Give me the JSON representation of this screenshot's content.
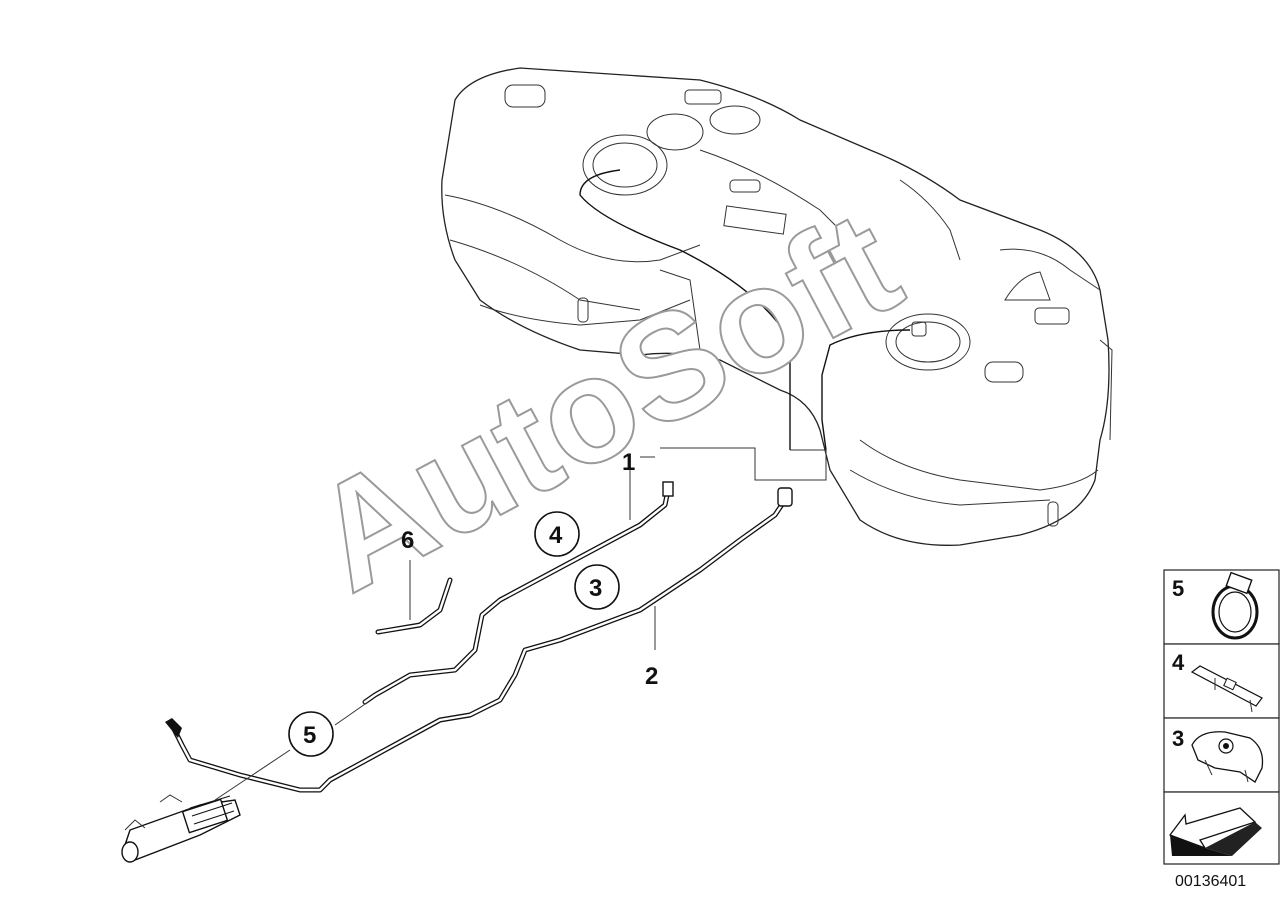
{
  "watermark": "AutoSoft",
  "callouts": {
    "c1": "1",
    "c2": "2",
    "c3": "3",
    "c4": "4",
    "c5": "5",
    "c6": "6"
  },
  "legend": {
    "items": [
      {
        "label": "5",
        "icon": "hose-clamp-icon"
      },
      {
        "label": "4",
        "icon": "bracket-icon"
      },
      {
        "label": "3",
        "icon": "holder-icon"
      },
      {
        "label": "",
        "icon": "arrow-icon"
      }
    ]
  },
  "diagram_code": "00136401"
}
